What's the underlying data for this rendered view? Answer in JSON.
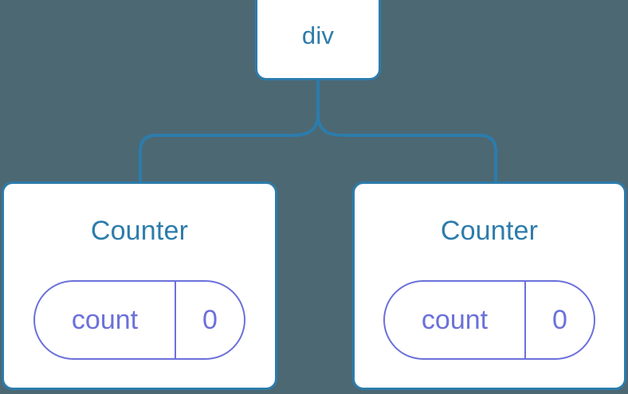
{
  "diagram": {
    "type": "component-tree",
    "background_color": "#4c6873",
    "node_border_color": "#2c7cab",
    "node_fill_color": "#ffffff",
    "node_label_color": "#2c7cab",
    "connector_color": "#2c7cab",
    "pill_border_color": "#6b70da",
    "pill_label_color": "#6b70da",
    "root": {
      "label": "div"
    },
    "children": [
      {
        "label": "Counter",
        "state": {
          "key": "count",
          "value": "0"
        }
      },
      {
        "label": "Counter",
        "state": {
          "key": "count",
          "value": "0"
        }
      }
    ]
  }
}
